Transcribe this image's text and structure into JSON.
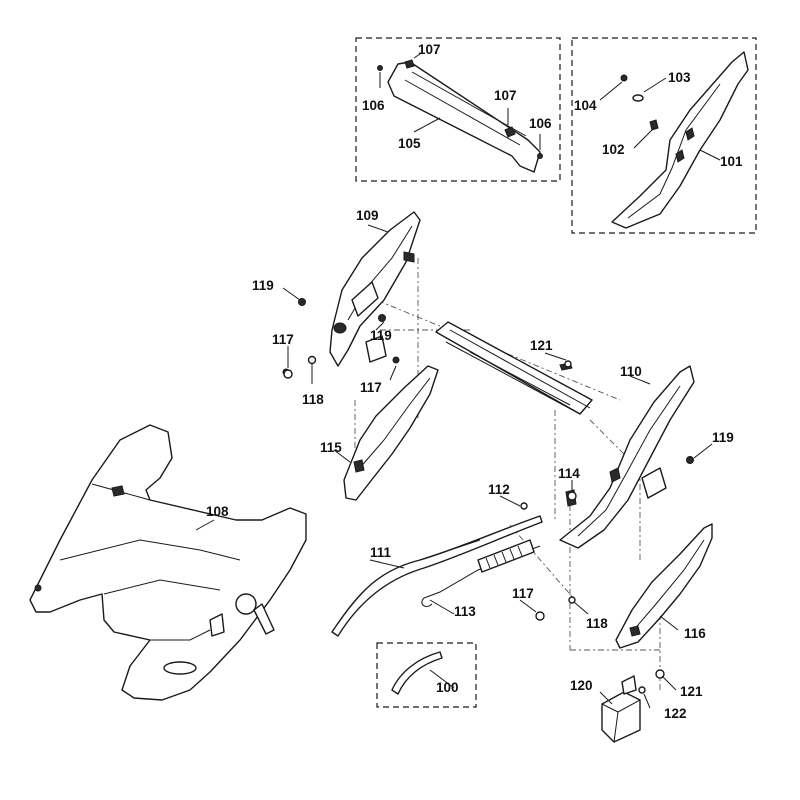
{
  "labels": {
    "l100": "100",
    "l101": "101",
    "l102": "102",
    "l103": "103",
    "l104": "104",
    "l105": "105",
    "l106a": "106",
    "l106b": "106",
    "l107a": "107",
    "l107b": "107",
    "l108": "108",
    "l109": "109",
    "l110": "110",
    "l111": "111",
    "l112": "112",
    "l113": "113",
    "l114": "114",
    "l115": "115",
    "l116": "116",
    "l117a": "117",
    "l117b": "117",
    "l117c": "117",
    "l118a": "118",
    "l118b": "118",
    "l119a": "119",
    "l119b": "119",
    "l119c": "119",
    "l120": "120",
    "l121a": "121",
    "l121b": "121",
    "l122": "122"
  }
}
